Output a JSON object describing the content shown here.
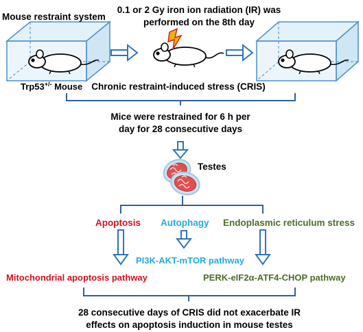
{
  "texts": {
    "restraint_system": "Mouse restraint system",
    "ir_line1": "0.1 or 2 Gy iron ion radiation (IR) was",
    "ir_line2": "performed on the 8th day",
    "mouse_label_main": "Trp53",
    "mouse_label_sup": "+/-",
    "mouse_label_rest": " Mouse",
    "cris_label": "Chronic restraint-induced stress (CRIS)",
    "restrained_line1": "Mice were restrained for 6 h per",
    "restrained_line2": "day for 28 consecutive days",
    "testes": "Testes",
    "apoptosis": "Apoptosis",
    "autophagy": "Autophagy",
    "er_stress": "Endoplasmic reticulum stress",
    "pi3k": "PI3K-AKT-mTOR pathway",
    "mito": "Mitochondrial apoptosis pathway",
    "perk": "PERK-eIF2α-ATF4-CHOP pathway",
    "conclusion_line1": "28 consecutive days of CRIS did not exacerbate IR",
    "conclusion_line2": "effects on apoptosis induction in mouse testes"
  },
  "colors": {
    "text": "#000000",
    "apoptosis": "#d4101c",
    "autophagy": "#25a9e0",
    "er_stress": "#4e6b2a",
    "arrow_blue": "#2e74b5",
    "bracket": "#2e5f9e",
    "box_fill": "#dcedf7",
    "box_edge": "#4a8fc9",
    "lightning": "#f0b400",
    "testes_red": "#e05050",
    "testes_outline": "#9ec8e6"
  },
  "icons": [
    "restraint-box-icon",
    "mouse-icon",
    "lightning-icon",
    "testes-icon"
  ]
}
